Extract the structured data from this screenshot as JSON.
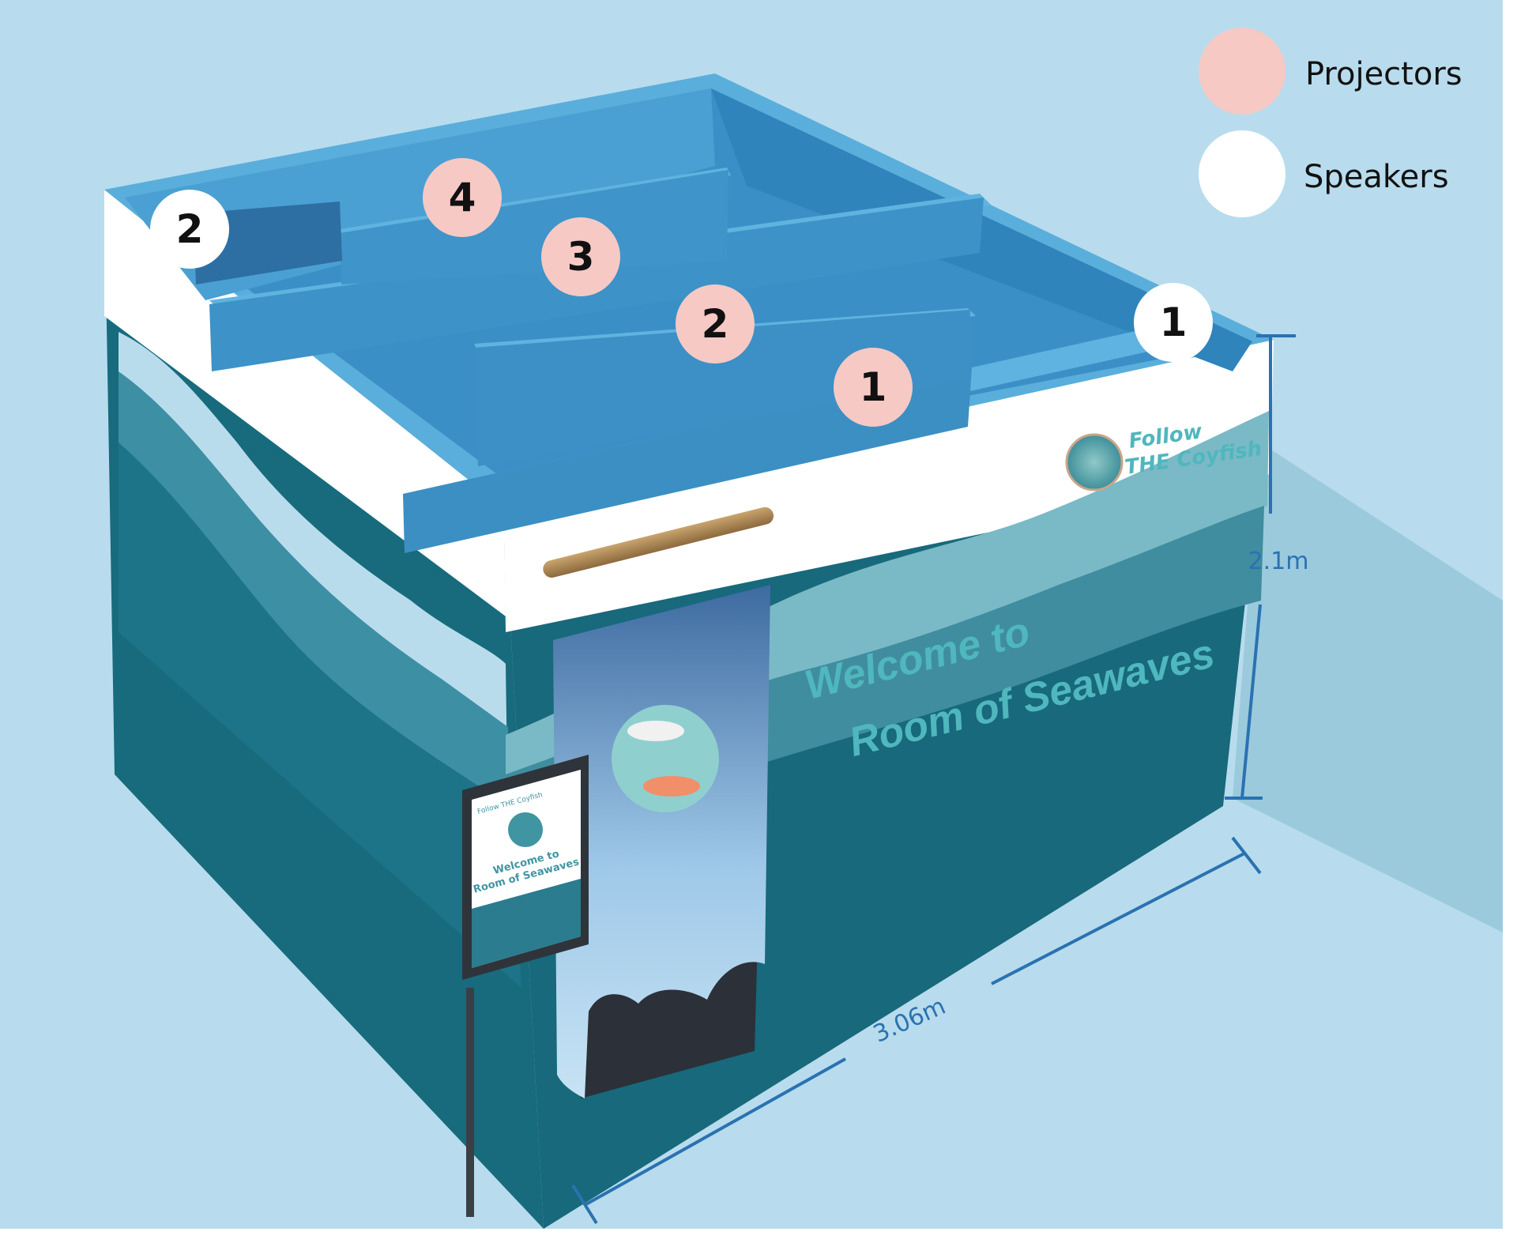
{
  "legend": {
    "projectors_label": "Projectors",
    "speakers_label": "Speakers",
    "projector_color": "#f6c9c5",
    "speaker_color": "#ffffff"
  },
  "markers": {
    "projectors": [
      "4",
      "3",
      "2",
      "1"
    ],
    "speakers": [
      "2",
      "1"
    ]
  },
  "dimensions": {
    "height": "2.1m",
    "width": "3.06m"
  },
  "wall_text": {
    "line1": "Welcome to",
    "line2": "Room of Seawaves"
  },
  "brand_logo_text": {
    "line1": "Follow",
    "line2": "THE Coyfish"
  },
  "sign": {
    "brand": "Follow THE Coyfish",
    "title_line1": "Welcome to",
    "title_line2": "Room of Seawaves"
  },
  "colors": {
    "background": "#b8dced",
    "wall_dark": "#15697a",
    "wall_light_band": "#ffffff",
    "interior": "#3c92c8",
    "dimension_line": "#2a72b1",
    "wall_text": "#4fb7bd"
  }
}
